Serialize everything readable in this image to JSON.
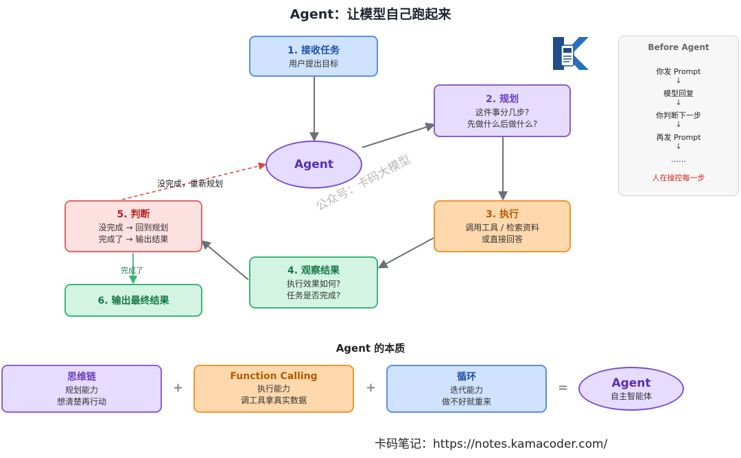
{
  "title": "Agent：让模型自己跑起来",
  "nodes": {
    "step1": {
      "title": "1. 接收任务",
      "line1": "用户提出目标"
    },
    "step2": {
      "title": "2. 规划",
      "line1": "这件事分几步?",
      "line2": "先做什么后做什么?"
    },
    "step3": {
      "title": "3. 执行",
      "line1": "调用工具 / 检索资料",
      "line2": "或直接回答"
    },
    "step4": {
      "title": "4. 观察结果",
      "line1": "执行效果如何?",
      "line2": "任务是否完成?"
    },
    "step5": {
      "title": "5. 判断",
      "line1": "没完成 → 回到规划",
      "line2": "完成了 → 输出结果"
    },
    "step6": {
      "title": "6. 输出最终结果"
    },
    "agent": {
      "label": "Agent"
    }
  },
  "edges": {
    "retry_label": "没完成，重新规划",
    "done_label": "完成了"
  },
  "before_agent": {
    "header": "Before Agent",
    "steps": [
      "你发 Prompt",
      "模型回复",
      "你判断下一步",
      "再发 Prompt",
      "……"
    ],
    "arrow": "↓",
    "footer": "人在操控每一步"
  },
  "watermark": "公众号：卡码大模型",
  "essence": {
    "heading": "Agent 的本质",
    "cards": [
      {
        "title": "思维链",
        "line1": "规划能力",
        "line2": "想清楚再行动"
      },
      {
        "title": "Function Calling",
        "line1": "执行能力",
        "line2": "调工具拿真实数据"
      },
      {
        "title": "循环",
        "line1": "迭代能力",
        "line2": "做不好就重来"
      }
    ],
    "plus": "+",
    "equals": "=",
    "result": {
      "title": "Agent",
      "line1": "自主智能体"
    }
  },
  "footer": "卡码笔记：https://notes.kamacoder.com/",
  "colors": {
    "blue": "#5b8ee0",
    "purple": "#8a5cd6",
    "orange": "#f0962d",
    "green": "#3cb574",
    "red": "#e36666",
    "arrow": "#6b6f78"
  }
}
